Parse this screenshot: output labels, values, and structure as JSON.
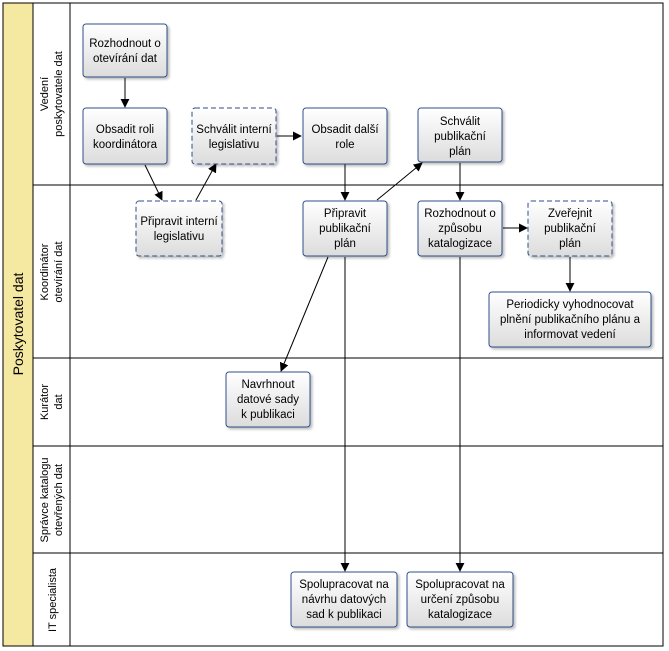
{
  "pool": {
    "title": "Poskytovatel dat",
    "fill": "#f5e8a0",
    "line": "#000000"
  },
  "lanes": [
    {
      "id": "vedeni",
      "lines": [
        "Vedení",
        "poskytovatele dat"
      ]
    },
    {
      "id": "koordinator",
      "lines": [
        "Koordinátor",
        "otevírání dat"
      ]
    },
    {
      "id": "kurator",
      "lines": [
        "Kurátor",
        "dat"
      ]
    },
    {
      "id": "spravce",
      "lines": [
        "Správce katalogu",
        "otevřených dat"
      ]
    },
    {
      "id": "it",
      "lines": [
        "IT specialista"
      ]
    }
  ],
  "tasks": [
    {
      "id": "t1",
      "lines": [
        "Rozhodnout o",
        "otevírání dat"
      ],
      "dashed": false
    },
    {
      "id": "t2",
      "lines": [
        "Obsadit roli",
        "koordinátora"
      ],
      "dashed": false
    },
    {
      "id": "t3",
      "lines": [
        "Schválit interní",
        "legislativu"
      ],
      "dashed": true
    },
    {
      "id": "t4",
      "lines": [
        "Obsadit další",
        "role"
      ],
      "dashed": false
    },
    {
      "id": "t5",
      "lines": [
        "Schválit",
        "publikační",
        "plán"
      ],
      "dashed": false
    },
    {
      "id": "t6",
      "lines": [
        "Připravit interní",
        "legislativu"
      ],
      "dashed": true
    },
    {
      "id": "t7",
      "lines": [
        "Připravit",
        "publikační",
        "plán"
      ],
      "dashed": false
    },
    {
      "id": "t8",
      "lines": [
        "Rozhodnout o",
        "způsobu",
        "katalogizace"
      ],
      "dashed": false
    },
    {
      "id": "t9",
      "lines": [
        "Zveřejnit",
        "publikační",
        "plán"
      ],
      "dashed": true
    },
    {
      "id": "t10",
      "lines": [
        "Periodicky vyhodnocovat",
        "plnění publikačního plánu a",
        "informovat vedení"
      ],
      "dashed": false
    },
    {
      "id": "t11",
      "lines": [
        "Navrhnout",
        "datové sady",
        "k publikaci"
      ],
      "dashed": false
    },
    {
      "id": "t12",
      "lines": [
        "Spolupracovat na",
        "návrhu datových",
        "sad k publikaci"
      ],
      "dashed": false
    },
    {
      "id": "t13",
      "lines": [
        "Spolupracovat na",
        "určení způsobu",
        "katalogizace"
      ],
      "dashed": false
    }
  ],
  "flows": [
    {
      "from": "t1",
      "to": "t2"
    },
    {
      "from": "t2",
      "to": "t6"
    },
    {
      "from": "t6",
      "to": "t3"
    },
    {
      "from": "t3",
      "to": "t4"
    },
    {
      "from": "t4",
      "to": "t7"
    },
    {
      "from": "t7",
      "to": "t5"
    },
    {
      "from": "t5",
      "to": "t8"
    },
    {
      "from": "t8",
      "to": "t9"
    },
    {
      "from": "t9",
      "to": "t10"
    },
    {
      "from": "t7",
      "to": "t11"
    },
    {
      "from": "t7",
      "to": "t12"
    },
    {
      "from": "t8",
      "to": "t13"
    }
  ],
  "colors": {
    "task_fill_top": "#ffffff",
    "task_fill_bottom": "#dcdcdc",
    "task_border": "#2f4f8a",
    "arrow": "#000000"
  }
}
